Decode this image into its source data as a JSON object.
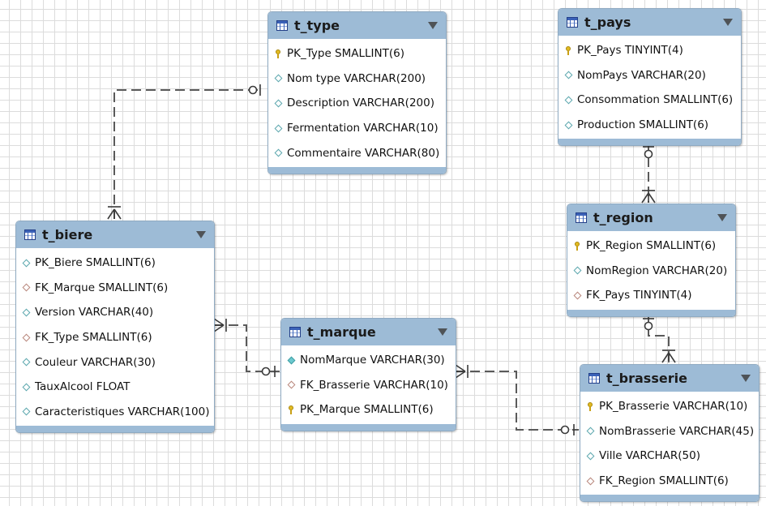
{
  "tables": [
    {
      "name": "t_type",
      "columns": [
        {
          "label": "PK_Type SMALLINT(6)",
          "icon": "primary-key-icon"
        },
        {
          "label": "Nom type VARCHAR(200)",
          "icon": "column-icon"
        },
        {
          "label": "Description VARCHAR(200)",
          "icon": "column-icon"
        },
        {
          "label": "Fermentation VARCHAR(10)",
          "icon": "column-icon"
        },
        {
          "label": "Commentaire VARCHAR(80)",
          "icon": "column-icon"
        }
      ]
    },
    {
      "name": "t_pays",
      "columns": [
        {
          "label": "PK_Pays TINYINT(4)",
          "icon": "primary-key-icon"
        },
        {
          "label": "NomPays VARCHAR(20)",
          "icon": "column-icon"
        },
        {
          "label": "Consommation SMALLINT(6)",
          "icon": "column-icon"
        },
        {
          "label": "Production SMALLINT(6)",
          "icon": "column-icon"
        }
      ]
    },
    {
      "name": "t_region",
      "columns": [
        {
          "label": "PK_Region SMALLINT(6)",
          "icon": "primary-key-icon"
        },
        {
          "label": "NomRegion VARCHAR(20)",
          "icon": "column-icon"
        },
        {
          "label": "FK_Pays TINYINT(4)",
          "icon": "foreign-key-icon"
        }
      ]
    },
    {
      "name": "t_biere",
      "columns": [
        {
          "label": "PK_Biere SMALLINT(6)",
          "icon": "column-icon"
        },
        {
          "label": "FK_Marque SMALLINT(6)",
          "icon": "foreign-key-icon"
        },
        {
          "label": "Version VARCHAR(40)",
          "icon": "column-icon"
        },
        {
          "label": "FK_Type SMALLINT(6)",
          "icon": "foreign-key-icon"
        },
        {
          "label": "Couleur VARCHAR(30)",
          "icon": "column-icon"
        },
        {
          "label": "TauxAlcool FLOAT",
          "icon": "column-icon"
        },
        {
          "label": "Caracteristiques VARCHAR(100)",
          "icon": "column-icon"
        }
      ]
    },
    {
      "name": "t_marque",
      "columns": [
        {
          "label": "NomMarque VARCHAR(30)",
          "icon": "not-null-column-icon"
        },
        {
          "label": "FK_Brasserie VARCHAR(10)",
          "icon": "foreign-key-icon"
        },
        {
          "label": "PK_Marque SMALLINT(6)",
          "icon": "primary-key-icon"
        }
      ]
    },
    {
      "name": "t_brasserie",
      "columns": [
        {
          "label": "PK_Brasserie VARCHAR(10)",
          "icon": "primary-key-icon"
        },
        {
          "label": "NomBrasserie VARCHAR(45)",
          "icon": "column-icon"
        },
        {
          "label": "Ville VARCHAR(50)",
          "icon": "column-icon"
        },
        {
          "label": "FK_Region SMALLINT(6)",
          "icon": "foreign-key-icon"
        }
      ]
    }
  ],
  "relationships": [
    {
      "from": "t_type",
      "to": "t_biere",
      "notation": "one-to-many"
    },
    {
      "from": "t_pays",
      "to": "t_region",
      "notation": "one-to-many"
    },
    {
      "from": "t_region",
      "to": "t_brasserie",
      "notation": "one-to-many"
    },
    {
      "from": "t_marque",
      "to": "t_biere",
      "notation": "one-to-many"
    },
    {
      "from": "t_brasserie",
      "to": "t_marque",
      "notation": "one-to-many"
    }
  ],
  "colors": {
    "header": "#9dbbd6",
    "border": "#8faac2",
    "link": "#555555"
  }
}
